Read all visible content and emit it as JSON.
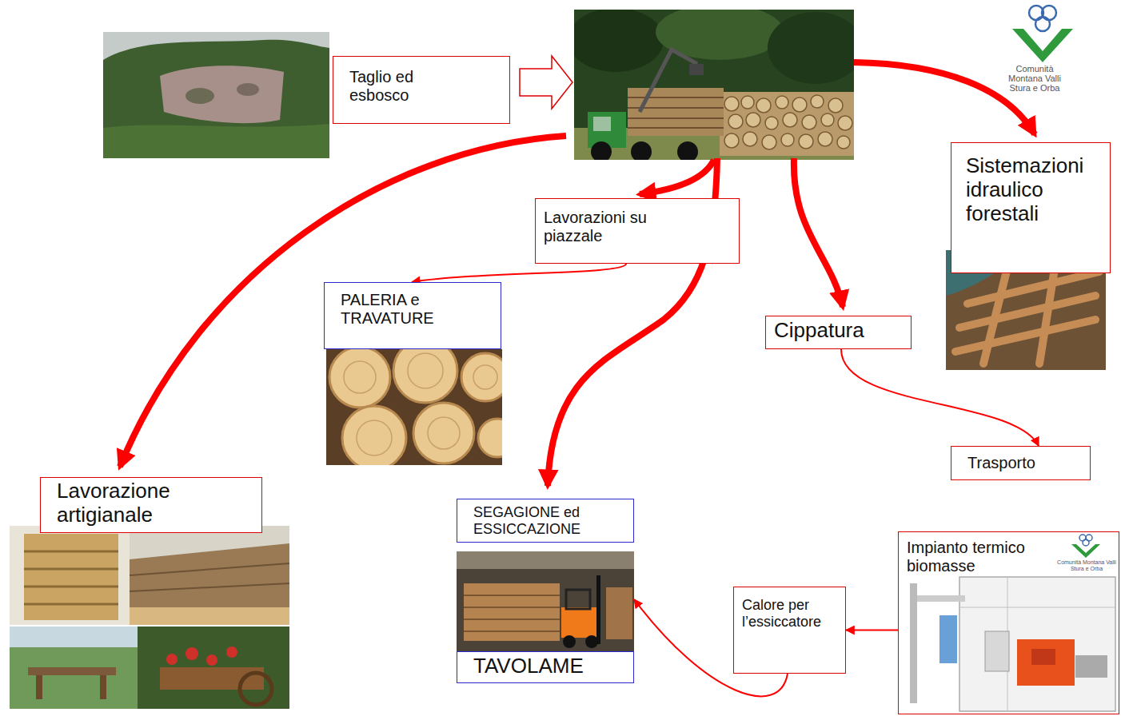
{
  "diagram": {
    "nodes": [
      {
        "text": [
          "Taglio ed esbosco"
        ]
      },
      {
        "text": [
          "Sistemazioni idraulico forestali"
        ]
      },
      {
        "text": [
          "Lavorazioni su piazzale"
        ]
      },
      {
        "text": [
          "PALERIA e TRAVATURE"
        ]
      },
      {
        "text": [
          "Cippatura"
        ]
      },
      {
        "text": [
          "Lavorazione artigianale"
        ]
      },
      {
        "text": [
          "Trasporto"
        ]
      },
      {
        "text": [
          "SEGAGIONE ed ESSICCAZIONE"
        ]
      },
      {
        "text": [
          "TAVOLAME"
        ]
      },
      {
        "text": [
          "Calore per l’essiccatore"
        ]
      },
      {
        "text": [
          "Impianto termico biomasse"
        ]
      }
    ],
    "edges": [
      {
        "from": 2,
        "to": 3,
        "arrow": "to"
      },
      {
        "from": 4,
        "to": 6,
        "arrow": "to"
      },
      {
        "from": 10,
        "to": 9,
        "arrow": "to"
      },
      {
        "from": 9,
        "to": 7,
        "arrow": "to"
      }
    ],
    "labels": [
      "Comunità Montana Valli Stura e Orba",
      "Comunità Montana Valli Stura e Orba"
    ]
  }
}
